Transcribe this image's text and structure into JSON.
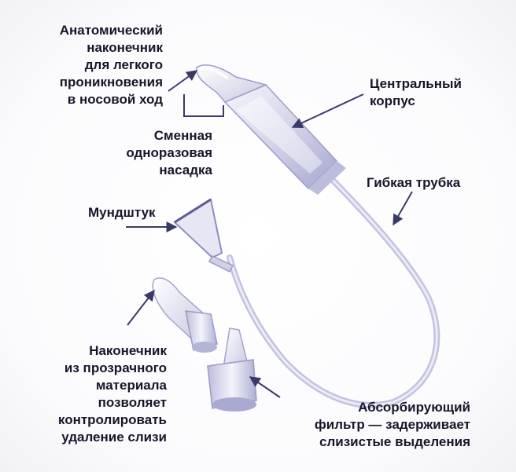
{
  "labels": {
    "tip": "Анатомический\nнаконечник\nдля легкого\nпроникновения\nв носовой ход",
    "body": "Центральный\nкорпус",
    "nozzle": "Сменная\nодноразовая\nнасадка",
    "tube": "Гибкая трубка",
    "mouthpiece": "Мундштук",
    "clear_tip": "Наконечник\nиз прозрачного\nматериала\nпозволяет\nконтролировать\nудаление слизи",
    "filter": "Абсорбирующий\nфильтр — задерживает\nслизистые выделения"
  },
  "colors": {
    "text": "#16162a",
    "arrow": "#3a3a6a",
    "device": "#d7d7ec",
    "device_shadow": "#a9a9d2",
    "tube": "#c3c3e2"
  }
}
